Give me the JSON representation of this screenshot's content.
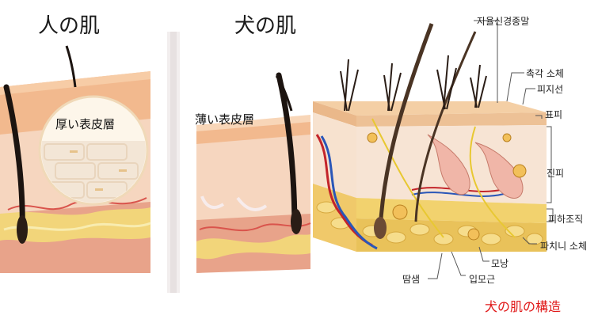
{
  "left_panel": {
    "title": "人の肌",
    "callout": "厚い表皮層"
  },
  "middle_panel": {
    "title": "犬の肌",
    "callout": "薄い表皮層"
  },
  "right_panel": {
    "labels": [
      {
        "key": "nerve",
        "text": "자율신경종말"
      },
      {
        "key": "tactile",
        "text": "촉각 소체"
      },
      {
        "key": "sebaceous",
        "text": "피지선"
      },
      {
        "key": "epidermis",
        "text": "표피"
      },
      {
        "key": "dermis",
        "text": "진피"
      },
      {
        "key": "subcutis",
        "text": "피하조직"
      },
      {
        "key": "pacinian",
        "text": "파치니 소체"
      },
      {
        "key": "follicle",
        "text": "모낭"
      },
      {
        "key": "sweat",
        "text": "땀샘"
      },
      {
        "key": "arrector",
        "text": "입모근"
      }
    ],
    "caption": "犬の肌の構造"
  },
  "colors": {
    "epidermis": "#f3c9a0",
    "dermis": "#f7e3cf",
    "fat": "#f1d27a",
    "muscle": "#e9a58a",
    "hair": "#1c1410",
    "caption_red": "#e01818"
  }
}
